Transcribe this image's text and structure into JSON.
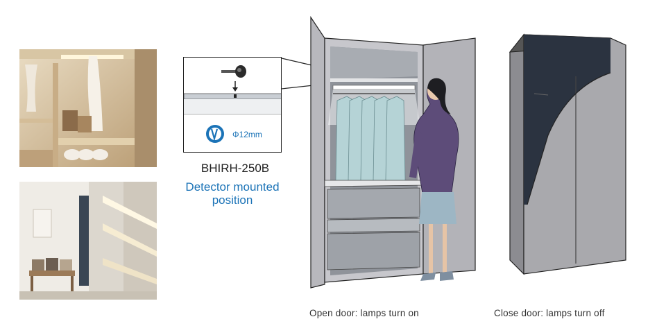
{
  "inset": {
    "diameter_label": "Φ12mm",
    "model": "BHIRH-250B",
    "mount_line1": "Detector mounted",
    "mount_line2": "position"
  },
  "captions": {
    "open": "Open door: lamps turn on",
    "close": "Close door: lamps turn off"
  },
  "colors": {
    "accent_blue": "#1b73b7",
    "cabinet_gray": "#a9a9ad",
    "cabinet_dark": "#2b3340"
  }
}
